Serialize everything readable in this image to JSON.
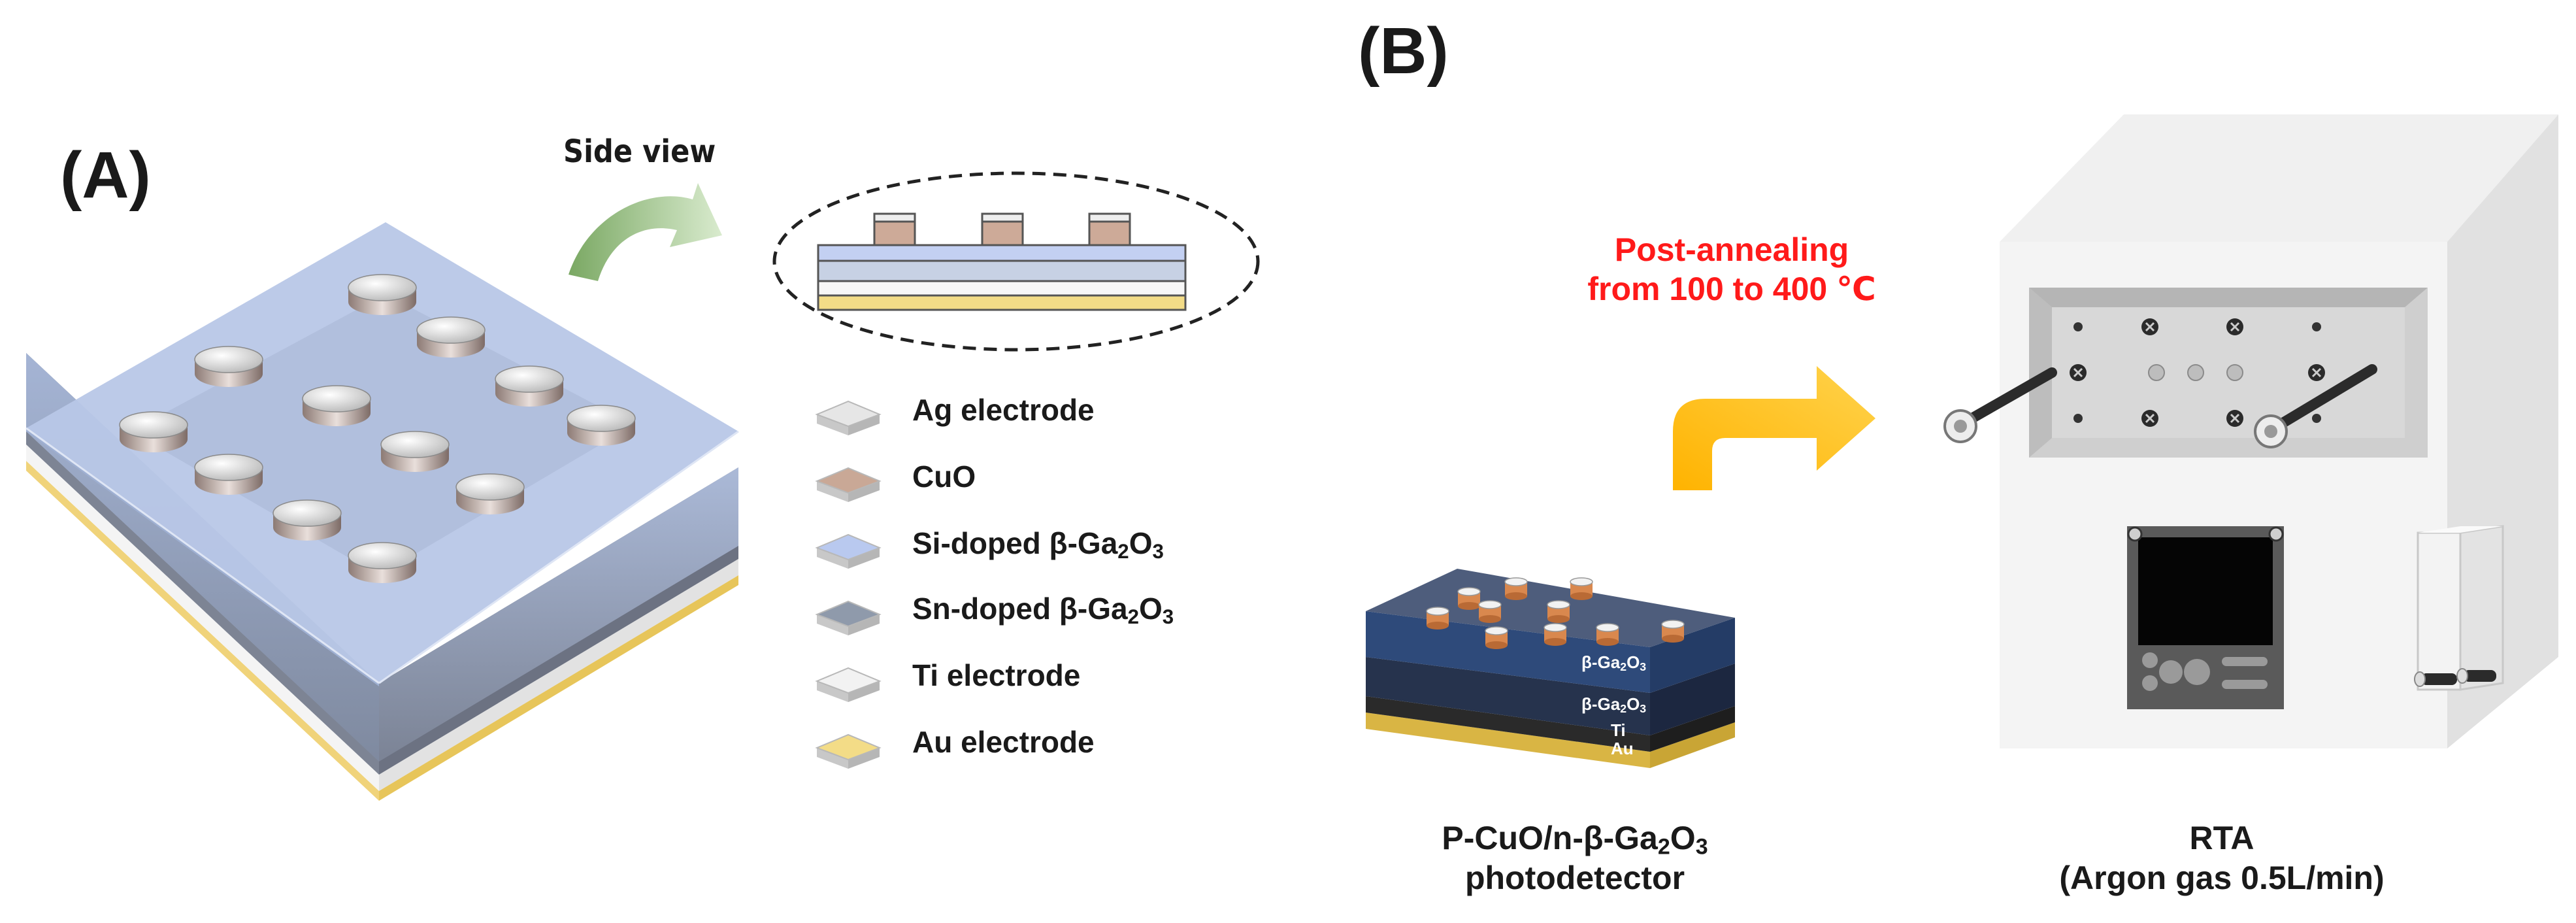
{
  "panels": {
    "a": "(A)",
    "b": "(B)"
  },
  "side_view": {
    "label": "Side view"
  },
  "legend": [
    {
      "name": "Ag electrode",
      "color": "#e6e6e6"
    },
    {
      "name": "CuO",
      "color": "#c9a896"
    },
    {
      "name": "Si-doped β-Ga",
      "sub1": "2",
      "mid": "O",
      "sub2": "3",
      "color": "#b9c9ef"
    },
    {
      "name": "Sn-doped β-Ga",
      "sub1": "2",
      "mid": "O",
      "sub2": "3",
      "color": "#8f9aab"
    },
    {
      "name": "Ti electrode",
      "color": "#f2f2f2"
    },
    {
      "name": "Au electrode",
      "color": "#f3dc87"
    }
  ],
  "annealing": {
    "line1": "Post-annealing",
    "line2": "from 100 to 400 ℃",
    "color": "#ff1a1a"
  },
  "device_layers": {
    "top": "β-Ga",
    "top_sub1": "2",
    "top_mid": "O",
    "top_sub2": "3",
    "mid": "β-Ga",
    "mid_sub1": "2",
    "mid_mid": "O",
    "mid_sub2": "3",
    "ti": "Ti",
    "au": "Au"
  },
  "device_caption": {
    "line1_a": "P-CuO/n-β-Ga",
    "line1_sub1": "2",
    "line1_b": "O",
    "line1_sub2": "3",
    "line2": "photodetector"
  },
  "rta_caption": {
    "line1": "RTA",
    "line2": "(Argon gas 0.5L/min)"
  },
  "colors": {
    "arrow_orange": "#ffc000",
    "side_view_arrow": "#93b77e",
    "glass": "#b5c6e8"
  }
}
